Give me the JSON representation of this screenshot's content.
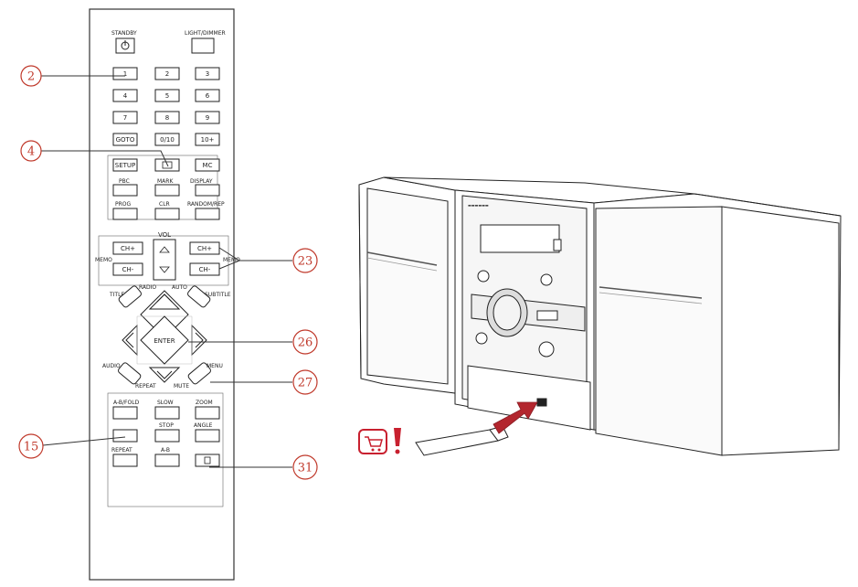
{
  "remote": {
    "standby_label": "STANDBY",
    "top_right_label": "LIGHT/DIMMER",
    "number_keys": [
      "1",
      "2",
      "3",
      "4",
      "5",
      "6",
      "7",
      "8",
      "9"
    ],
    "row4": [
      "GOTO",
      "0/10",
      "10+"
    ],
    "row5": [
      "SETUP",
      "",
      "MC"
    ],
    "row6_labels": [
      "PBC",
      "MARK",
      "DISPLAY"
    ],
    "row7_labels": [
      "PROG",
      "CLR",
      "RANDOM/REP"
    ],
    "side_labels": {
      "left_top": "CH+",
      "left_bottom": "CH-",
      "right_top": "CH+",
      "right_bottom": "CH-",
      "vol_label": "VOL",
      "left_side": "MEMO",
      "right_side": "MEMO"
    },
    "nav_labels": {
      "top_left": "TITLE",
      "top_center_left": "RADIO",
      "top_center_right": "AUTO",
      "top_right": "SUBTITLE",
      "center": "ENTER",
      "bottom_left": "AUDIO",
      "bottom_center_left": "REPEAT",
      "bottom_center_right": "MUTE",
      "bottom_right": "MENU"
    },
    "bottom_grid": [
      [
        "A-B/FOLD",
        "SLOW",
        "ZOOM"
      ],
      [
        "",
        "STOP",
        "ANGLE"
      ],
      [
        "REPEAT",
        "A-B",
        ""
      ]
    ]
  },
  "callouts": [
    {
      "id": "c2",
      "number": "2"
    },
    {
      "id": "c4",
      "number": "4"
    },
    {
      "id": "c23",
      "number": "23"
    },
    {
      "id": "c26",
      "number": "26"
    },
    {
      "id": "c27",
      "number": "27"
    },
    {
      "id": "c15",
      "number": "15"
    },
    {
      "id": "c31",
      "number": "31"
    }
  ],
  "colors": {
    "callout": "#c0392b",
    "line": "#333333",
    "usb_arrow": "#b3262e",
    "badge_red": "#c8202f"
  },
  "icons": {
    "standby_icon": "power-icon",
    "cart_icon": "cart-icon",
    "warning_icon": "exclamation-icon"
  }
}
